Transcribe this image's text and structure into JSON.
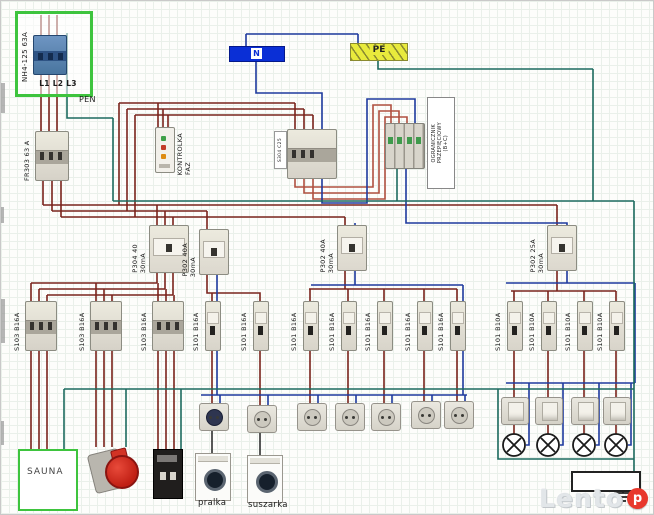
{
  "diagram_title": "Domestic electrical distribution wiring diagram",
  "colors": {
    "phase": "#7a241c",
    "phase_loop": "#b05040",
    "neutral": "#1e3a9e",
    "pe": "#1d6b5f",
    "n_bus": "#0a2fd6",
    "pe_bus": "#e8ea3c",
    "highlight_green": "#3ec43e"
  },
  "supply": {
    "main_breaker": "NH4-125 63A",
    "phases": "L1 L2 L3",
    "pen": "PEN",
    "incoming_breaker": "FR303 63 A"
  },
  "buses": {
    "n": "N",
    "pe": "PE"
  },
  "devices": {
    "phase_monitor_line1": "KONTROLKA",
    "phase_monitor_line2": "FAZ",
    "main_switch": "S304 C25",
    "surge_line1": "OGRANICZNIK",
    "surge_line2": "PRZEPIĘCIOWY",
    "surge_line3": "(B+C)"
  },
  "rcds": [
    {
      "model": "P304 40",
      "trip": "30mA"
    },
    {
      "model": "P302 40A",
      "trip": "30mA"
    },
    {
      "model": "P302 40A",
      "trip": "30mA"
    },
    {
      "model": "P302 25A",
      "trip": "30mA"
    }
  ],
  "mcb_3p": [
    "S103 B16A",
    "S103 B16A",
    "S103 B16A"
  ],
  "mcb_1p_b16": [
    "S101 B16A",
    "S101 B16A",
    "S101 B16A",
    "S101 B16A",
    "S101 B16A",
    "S101 B16A",
    "S101 B16A"
  ],
  "mcb_1p_b10": [
    "S101 B10A",
    "S101 B10A",
    "S101 B10A",
    "S101 B10A"
  ],
  "loads": {
    "sauna": "SAUNA",
    "washer": "pralka",
    "dryer": "suszarka"
  },
  "watermark": {
    "brand": "Lento",
    "badge": "p"
  }
}
